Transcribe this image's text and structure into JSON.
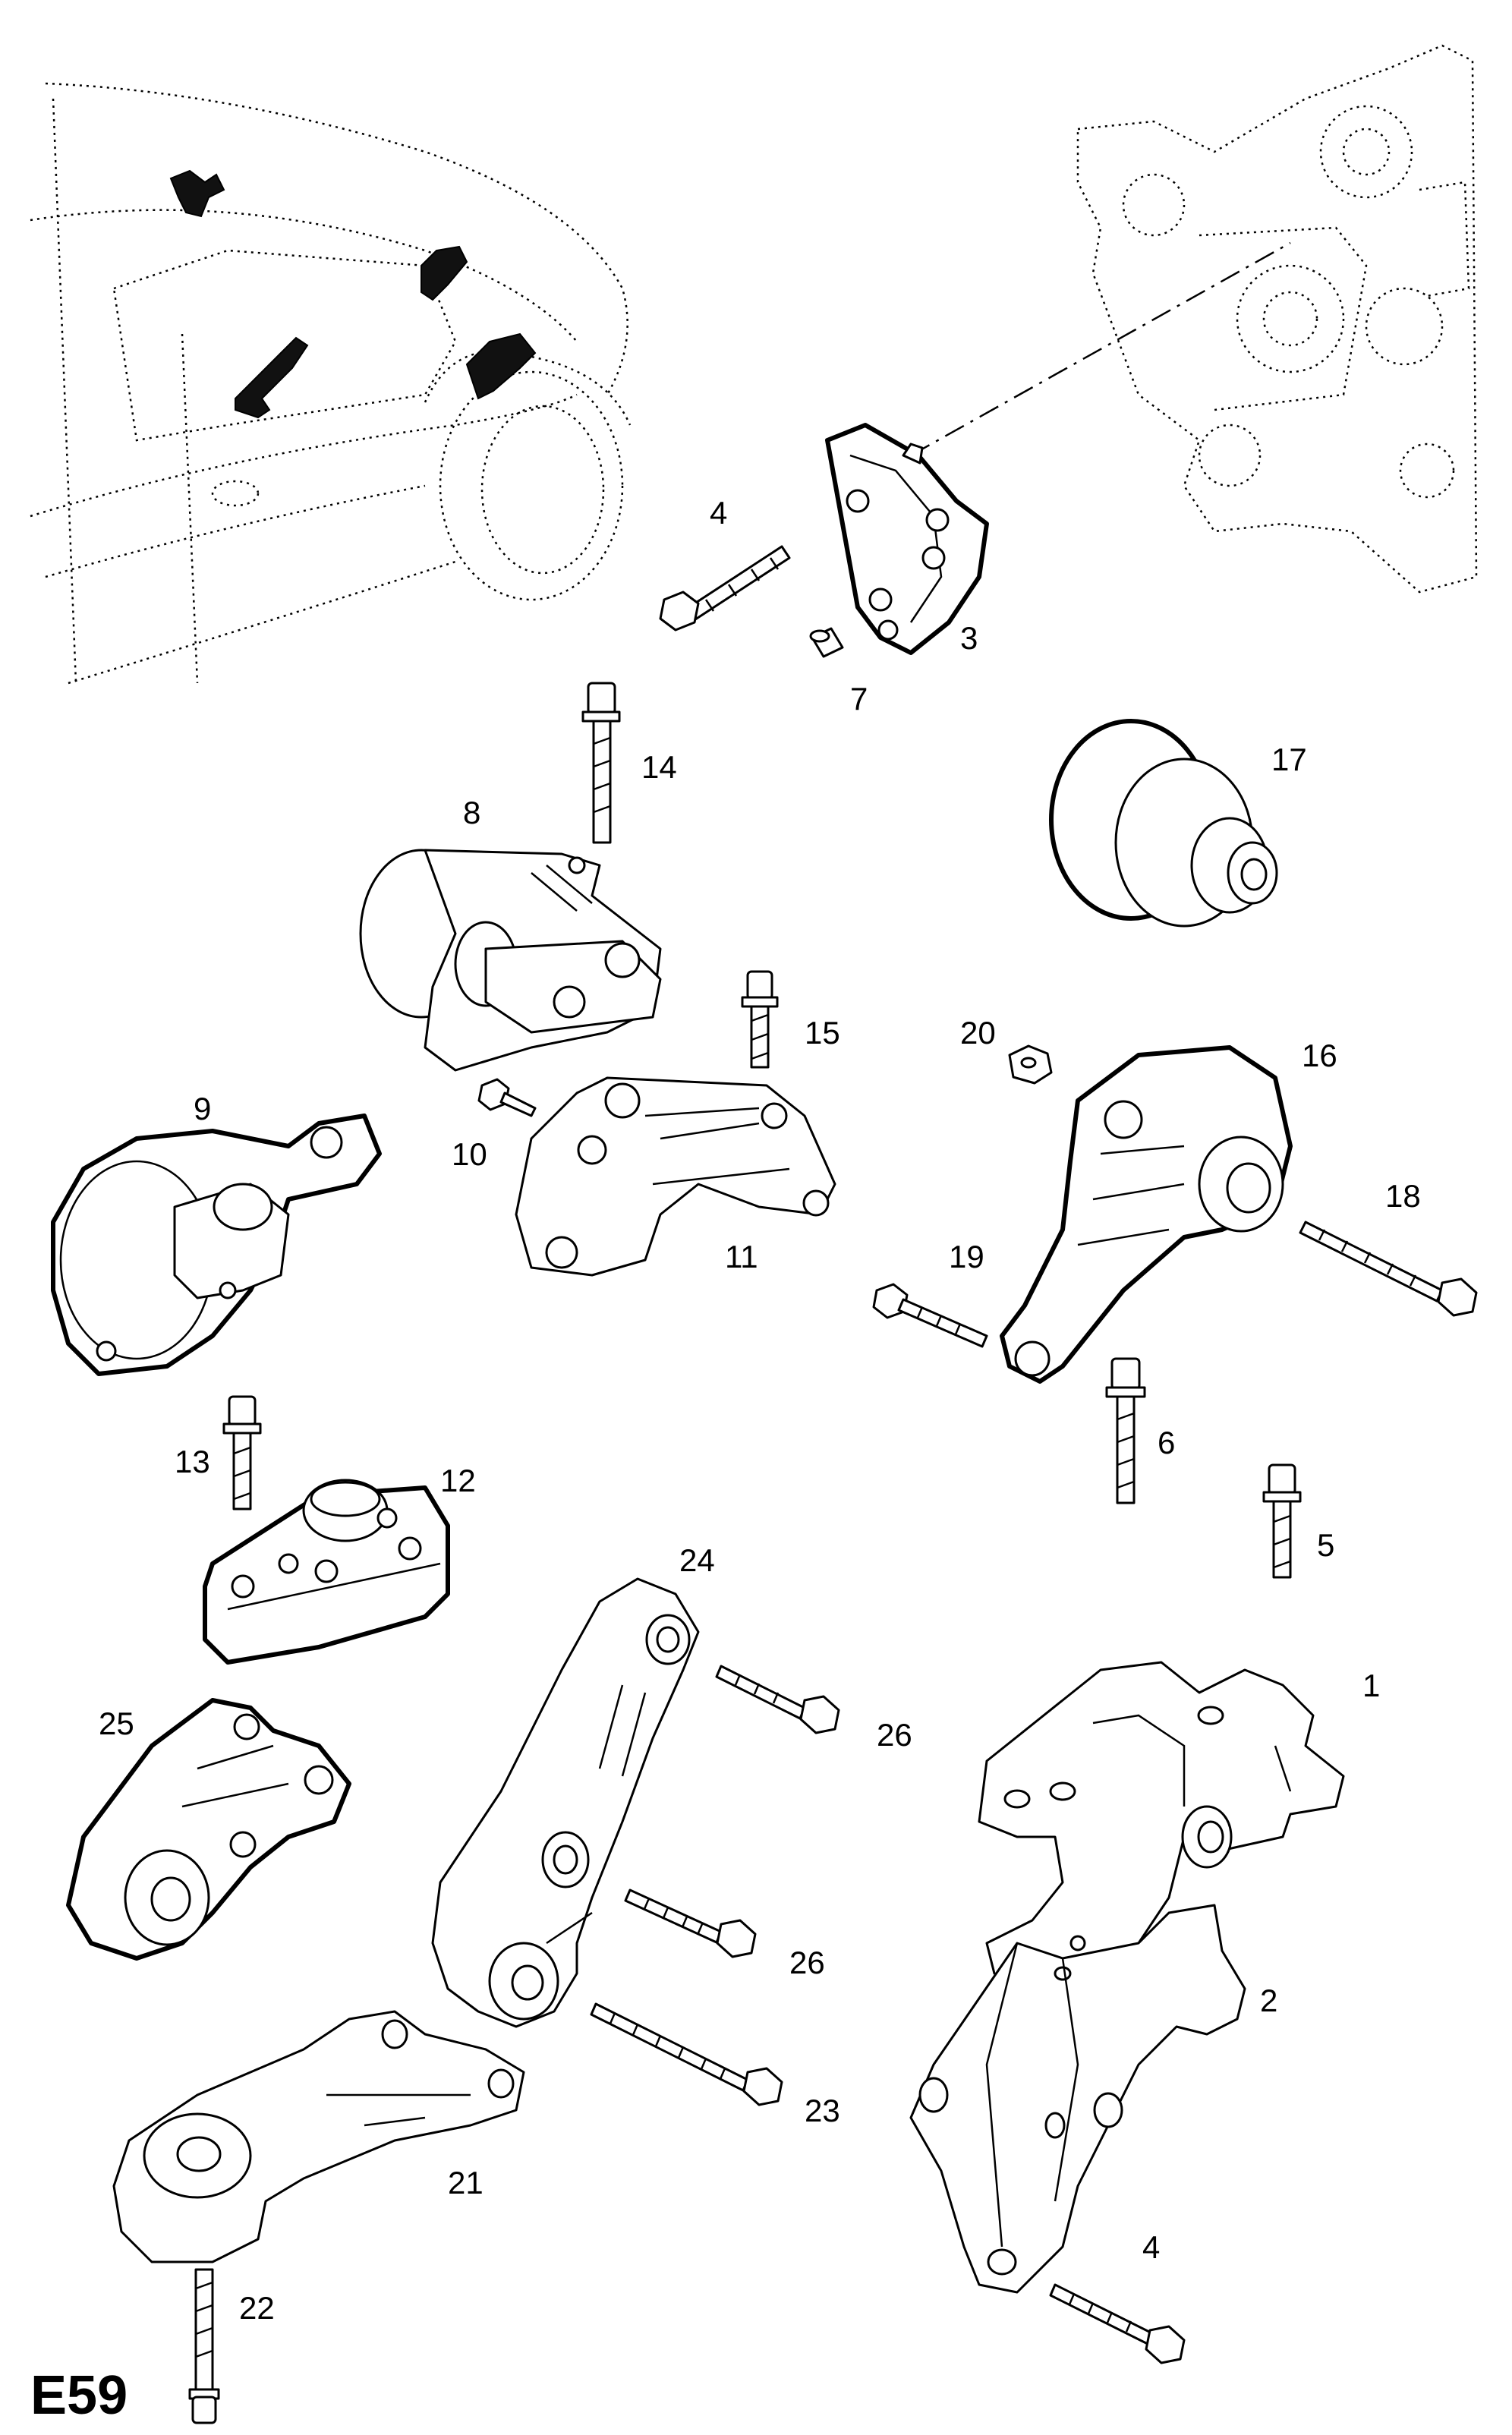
{
  "page_code": "E59",
  "callouts": {
    "c1": "1",
    "c2": "2",
    "c3": "3",
    "c4a": "4",
    "c4b": "4",
    "c5": "5",
    "c6": "6",
    "c7": "7",
    "c8": "8",
    "c9": "9",
    "c10": "10",
    "c11": "11",
    "c12": "12",
    "c13": "13",
    "c14": "14",
    "c15": "15",
    "c16": "16",
    "c17": "17",
    "c18": "18",
    "c19": "19",
    "c20": "20",
    "c21": "21",
    "c22": "22",
    "c23": "23",
    "c24": "24",
    "c25": "25",
    "c26a": "26",
    "c26b": "26"
  }
}
